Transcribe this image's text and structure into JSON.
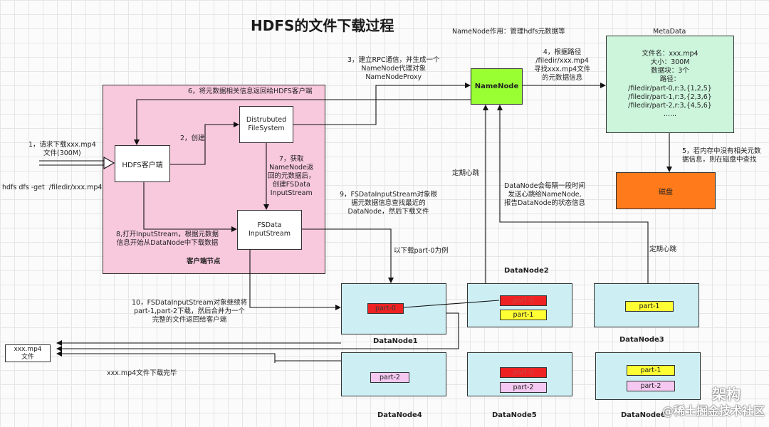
{
  "title": "HDFS的文件下载过程",
  "namenode_role_note": "NameNode作用：管理hdfs元数据等",
  "metadata_header": "MetaData",
  "metadata_lines": [
    "文件名：xxx.mp4",
    "大小：300M",
    "数据块：3个",
    "路径：",
    "/filedir/part-0,r:3,{1,2,5}",
    "/filedir/part-1,r:3,{2,3,6}",
    "/filedir/part-2,r:3,{4,5,6}",
    "......"
  ],
  "namenode_label": "NameNode",
  "disk_label": "磁盘",
  "client_area_label": "客户端节点",
  "hdfs_client_label": "HDFS客户端",
  "dfs_label": "Distrubuted\nFileSystem",
  "fsdata_label": "FSData\nInputStream",
  "command_text": "hdfs dfs -get  /filedir/xxx.mp4",
  "steps": {
    "step1": "1，请求下载xxx.mp4\n文件(300M)",
    "step2": "2，创建",
    "step3": "3，建立RPC通信，并生成一个\nNameNode代理对象\nNameNodeProxy",
    "step4": "4，根据路径\n/filedir/xxx.mp4\n寻找xxx.mp4文件\n的元数据信息",
    "step5": "5，若内存中没有相关元数\n据信息，则在磁盘中查找",
    "step6": "6，将元数据相关信息返回给HDFS客户端",
    "step7": "7，获取\nNameNode返\n回的元数据后，\n创建FSData\nInputStream",
    "step8": "8,打开InputStream，根据元数据\n信息开始从DataNode中下载数据",
    "step9": "9，FSDataInputStream对象根\n据元数据信息查找最近的\nDataNode，然后下载文件",
    "step10": "10，FSDataInputStream对象继续将\npart-1,part-2下载，然后合并为一个\n完整的文件返回给客户端"
  },
  "heartbeat_left": "定期心跳",
  "heartbeat_right": "定期心跳",
  "heartbeat_note": "DataNode会每隔一段时间\n发送心跳给NameNode,\n报告DataNode的状态信息",
  "example_note": "以下载part-0为例",
  "output_file_label": "xxx.mp4\n文件",
  "download_done": "xxx.mp4文件下载完毕",
  "datanodes": [
    {
      "name": "DataNode1",
      "parts": [
        "part-0"
      ]
    },
    {
      "name": "DataNode2",
      "parts": [
        "part-0",
        "part-1"
      ]
    },
    {
      "name": "DataNode3",
      "parts": [
        "part-1"
      ]
    },
    {
      "name": "DataNode4",
      "parts": [
        "part-2"
      ]
    },
    {
      "name": "DataNode5",
      "parts": [
        "part-0",
        "part-2"
      ]
    },
    {
      "name": "DataNode6",
      "parts": [
        "part-1",
        "part-2"
      ]
    }
  ],
  "watermark_line1": "架构",
  "watermark_line2": "@稀土掘金技术社区",
  "colors": {
    "client_area": "#f8c8dc",
    "metadata_box": "#ccf5dc",
    "namenode": "#99ff33",
    "disk": "#ff7a1a",
    "datanode": "#cdeff4",
    "block_red": "#ee2222",
    "block_yellow": "#ffff33",
    "block_pink": "#f4c8f0"
  }
}
